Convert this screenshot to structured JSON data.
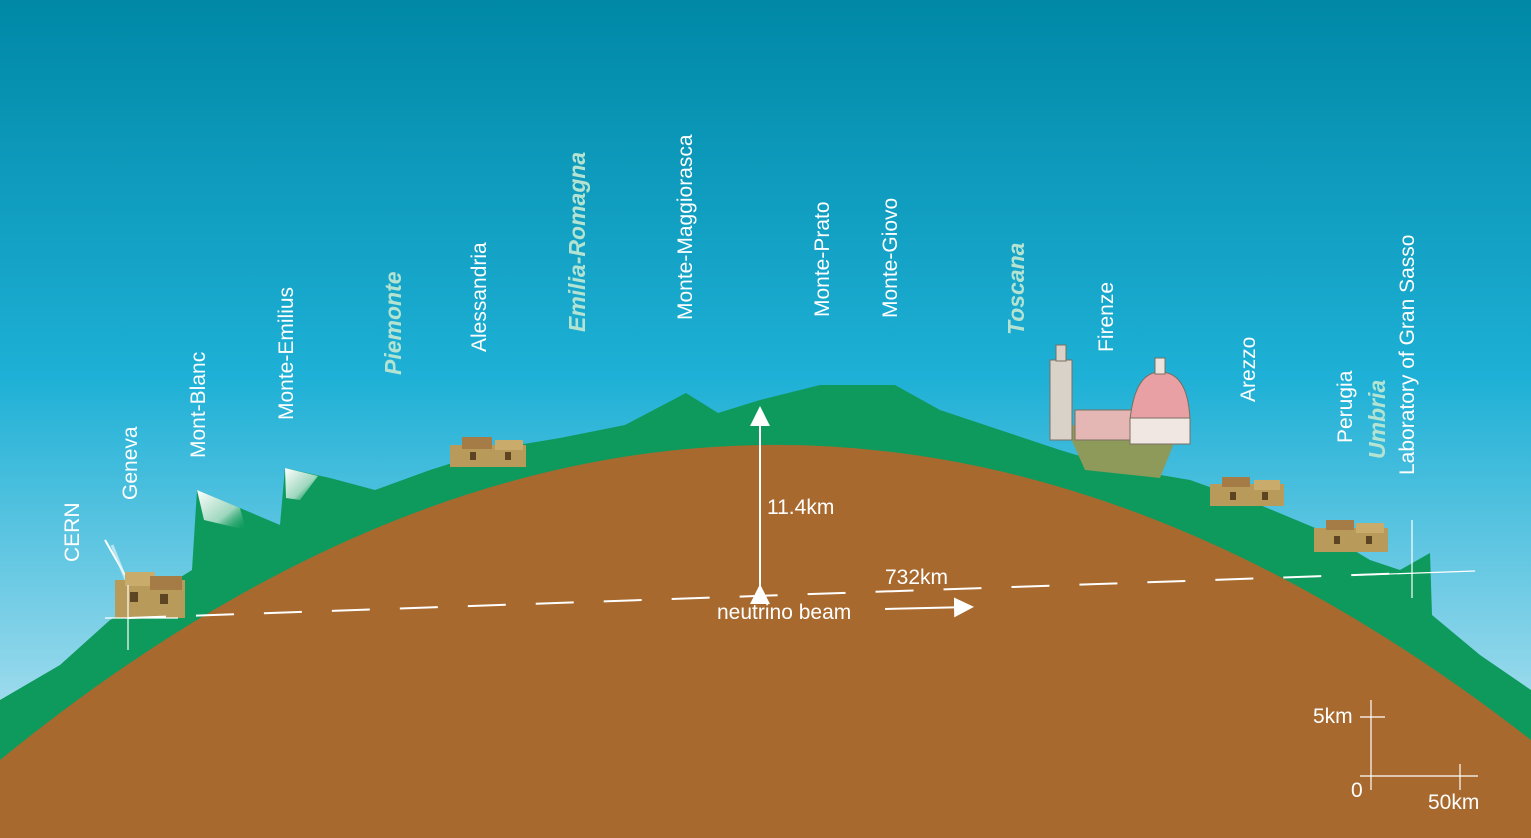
{
  "colors": {
    "sky_top": "#0089a8",
    "sky_mid": "#21b5d8",
    "sky_bottom": "#cfeef6",
    "mountains": "#0d9a5c",
    "earth": "#a8692e",
    "region_text": "#b5e3d2",
    "label_text": "#ffffff",
    "dome": "#e9a0a4"
  },
  "places": {
    "cern": "CERN",
    "geneva": "Geneva",
    "mont_blanc": "Mont-Blanc",
    "monte_emilius": "Monte-Emilius",
    "alessandria": "Alessandria",
    "monte_maggiorasca": "Monte-Maggiorasca",
    "monte_prato": "Monte-Prato",
    "monte_giovo": "Monte-Giovo",
    "firenze": "Firenze",
    "arezzo": "Arezzo",
    "perugia": "Perugia",
    "gran_sasso": "Laboratory of Gran Sasso"
  },
  "regions": {
    "piemonte": "Piemonte",
    "emilia_romagna": "Emilia-Romagna",
    "toscana": "Toscana",
    "umbria": "Umbria"
  },
  "beam": {
    "depth": "11.4km",
    "length": "732km",
    "label": "neutrino beam"
  },
  "scale": {
    "vertical": "5km",
    "origin": "0",
    "horizontal": "50km"
  }
}
